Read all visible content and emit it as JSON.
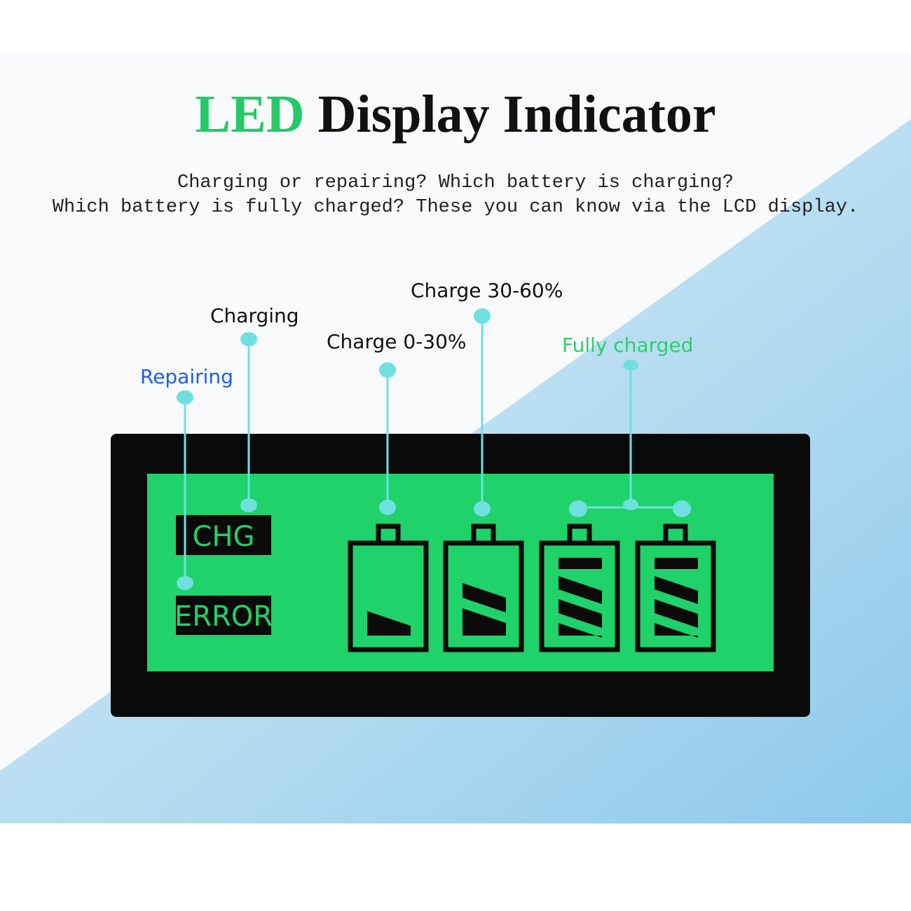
{
  "title": {
    "accent": "LED",
    "rest": " Display Indicator"
  },
  "subtitle": {
    "line1": "Charging or repairing? Which battery is charging?",
    "line2": "Which battery is fully charged? These you can know via the LCD display."
  },
  "callouts": {
    "repairing": "Repairing",
    "charging": "Charging",
    "charge_low": "Charge 0-30%",
    "charge_mid": "Charge 30-60%",
    "fully_charged": "Fully charged"
  },
  "lcd": {
    "chg_label": "CHG",
    "error_label": "ERROR"
  },
  "colors": {
    "title_accent": "#25c96a",
    "callout_repairing": "#1e5ee8",
    "callout_fully": "#2ccf6e",
    "lcd_green": "#1fd26a",
    "leader_line": "#6fe0e0",
    "background_blue": "#9ed2ee"
  }
}
